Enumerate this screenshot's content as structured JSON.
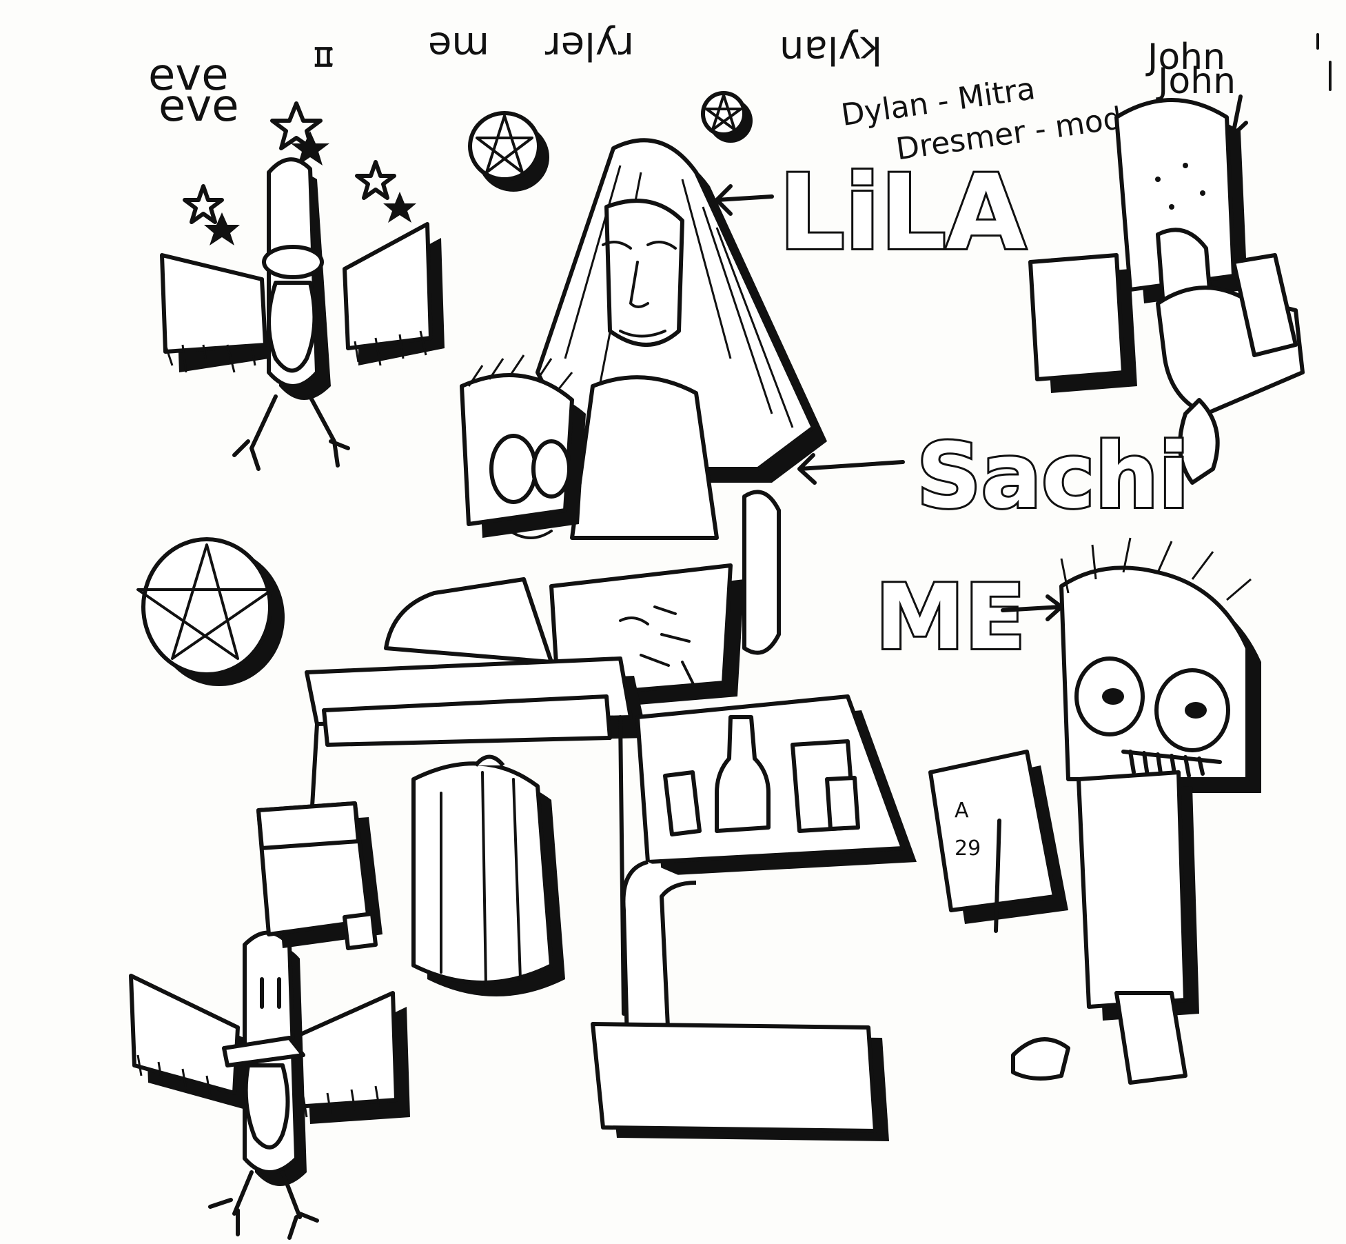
{
  "labels": {
    "lila": "LiLA",
    "sachi": "Sachi",
    "me": "ME",
    "john": "John",
    "eve": "eve"
  },
  "scribbles": {
    "top_text_1": "π",
    "top_text_2": "me",
    "top_text_3": "ryler",
    "top_text_4": "kylan",
    "top_text_5": "Dylan - Mitra",
    "top_text_6": "Dresmer - mod"
  },
  "book": {
    "text_1": "A",
    "text_2": "29"
  },
  "colors": {
    "ink": "#111111",
    "paper": "#fdfdfb",
    "fill": "#ffffff"
  }
}
